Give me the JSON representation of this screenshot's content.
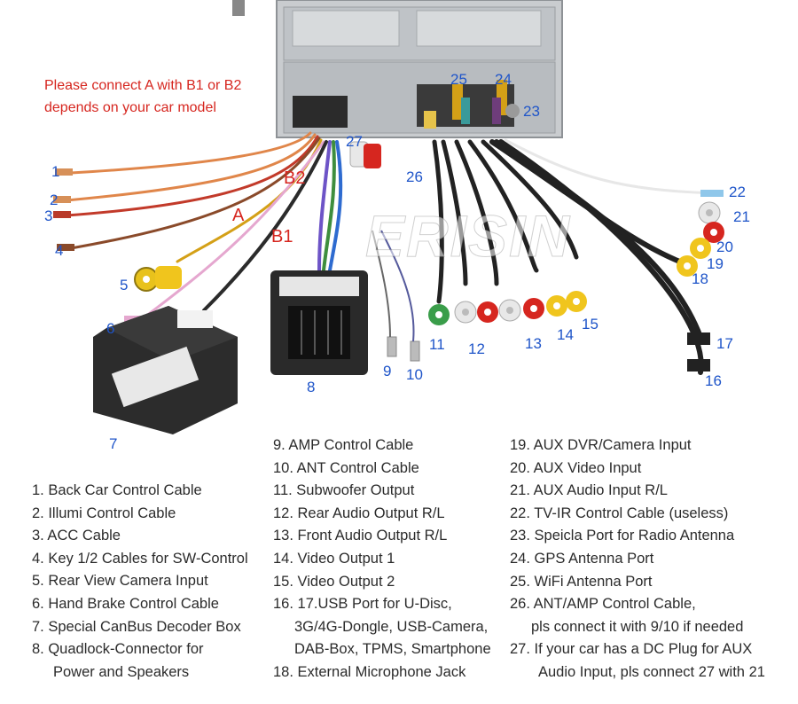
{
  "note": {
    "line1": "Please connect A with B1 or B2",
    "line2": "depends on your car model"
  },
  "colors": {
    "note": "#d6261f",
    "callout": "#1f55c9",
    "text": "#2b2b2b"
  },
  "watermark": "ERISIN",
  "callouts": {
    "c1": "1",
    "c2": "2",
    "c3": "3",
    "c4": "4",
    "c5": "5",
    "c6": "6",
    "c7": "7",
    "c8": "8",
    "c9": "9",
    "c10": "10",
    "c11": "11",
    "c12": "12",
    "c13": "13",
    "c14": "14",
    "c15": "15",
    "c16": "16",
    "c17": "17",
    "c18": "18",
    "c19": "19",
    "c20": "20",
    "c21": "21",
    "c22": "22",
    "c23": "23",
    "c24": "24",
    "c25": "25",
    "c26": "26",
    "c27": "27",
    "a": "A",
    "b1": "B1",
    "b2": "B2"
  },
  "legend": {
    "col1": [
      "1. Back Car Control Cable",
      "2. Illumi Control Cable",
      "3. ACC Cable",
      "4. Key 1/2 Cables for SW-Control",
      "5. Rear View Camera Input",
      "6. Hand Brake Control Cable",
      "7. Special CanBus Decoder Box",
      "8. Quadlock-Connector for",
      "Power and Speakers"
    ],
    "col2": [
      "9. AMP Control Cable",
      "10. ANT Control Cable",
      "11. Subwoofer Output",
      "12. Rear Audio Output R/L",
      "13. Front Audio Output R/L",
      "14. Video Output 1",
      "15. Video Output 2",
      "16. 17.USB Port for U-Disc,",
      "3G/4G-Dongle, USB-Camera,",
      "DAB-Box, TPMS, Smartphone",
      "18. External Microphone Jack"
    ],
    "col3": [
      "19. AUX DVR/Camera Input",
      "20. AUX Video Input",
      "21. AUX Audio Input R/L",
      "22. TV-IR Control Cable (useless)",
      "23. Speicla Port for Radio Antenna",
      "24. GPS Antenna Port",
      "25. WiFi Antenna Port",
      "26. ANT/AMP Control Cable,",
      "pls connect it with 9/10 if needed",
      "27. If your car has a DC Plug for AUX",
      "Audio Input, pls connect 27 with 21"
    ]
  }
}
